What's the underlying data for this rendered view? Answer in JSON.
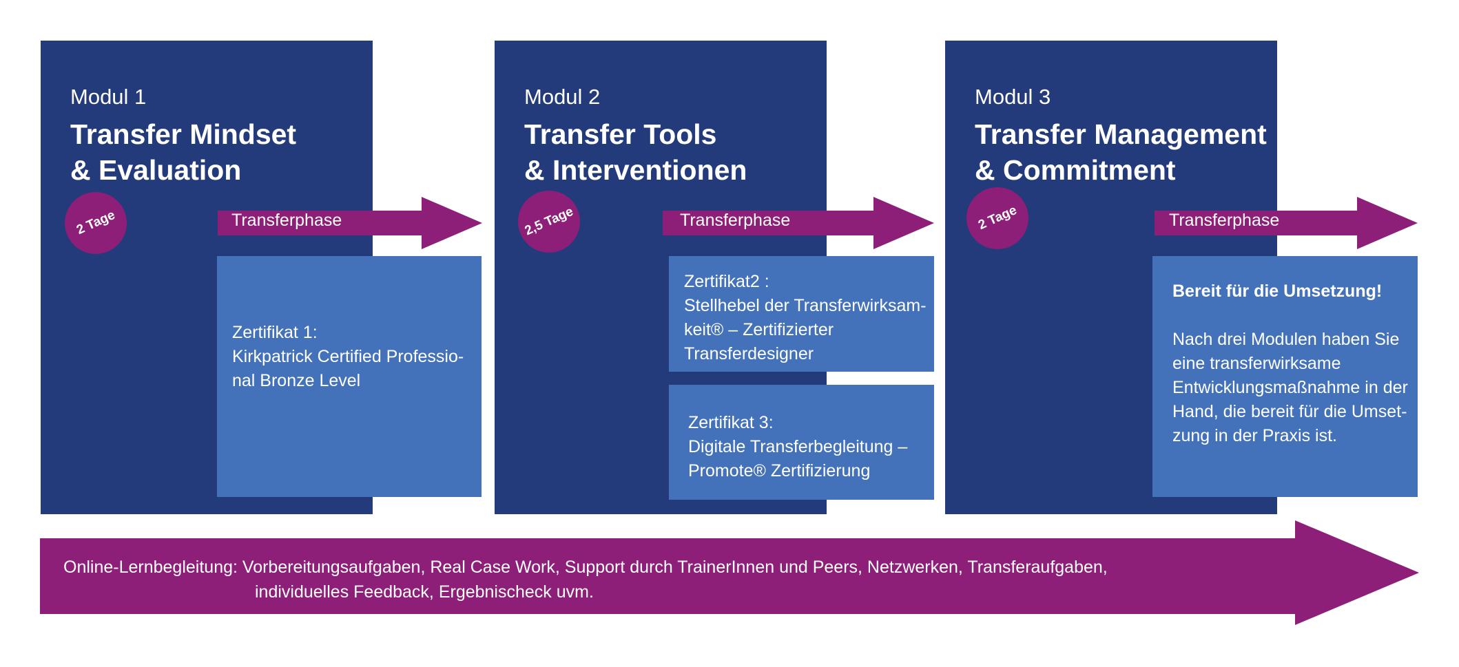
{
  "modules": [
    {
      "label": "Modul 1",
      "title_line1": "Transfer Mindset",
      "title_line2": "& Evaluation",
      "duration": "2 Tage"
    },
    {
      "label": "Modul 2",
      "title_line1": "Transfer Tools",
      "title_line2": "& Interventionen",
      "duration": "2,5 Tage"
    },
    {
      "label": "Modul 3",
      "title_line1": "Transfer Management",
      "title_line2": "& Commitment",
      "duration": "2 Tage"
    }
  ],
  "transfer_label": "Transferphase",
  "certificates": {
    "c1": [
      "Zertifikat 1:",
      "Kirkpatrick Certified Professio-",
      "nal Bronze Level"
    ],
    "c2": [
      "Zertifikat2 :",
      "Stellhebel der Transferwirksam-",
      "keit® – Zertifizierter",
      "Transferdesigner"
    ],
    "c3": [
      "Zertifikat 3:",
      "Digitale Transferbegleitung –",
      "Promote® Zertifizierung"
    ],
    "ready_head": "Bereit für die Umsetzung!",
    "ready_body": [
      "Nach drei Modulen haben Sie",
      "eine transferwirksame",
      "Entwicklungsmaßnahme in der",
      "Hand, die bereit für die Umset-",
      "zung in der Praxis ist."
    ]
  },
  "online": {
    "line1": "Online-Lernbegleitung: Vorbereitungsaufgaben, Real Case Work, Support durch TrainerInnen und Peers, Netzwerken, Transferaufgaben,",
    "line2": "individuelles Feedback, Ergebnischeck uvm."
  },
  "colors": {
    "module_bg": "#233b7a",
    "certificate_bg": "#4372ba",
    "accent_magenta": "#8d1f78"
  }
}
